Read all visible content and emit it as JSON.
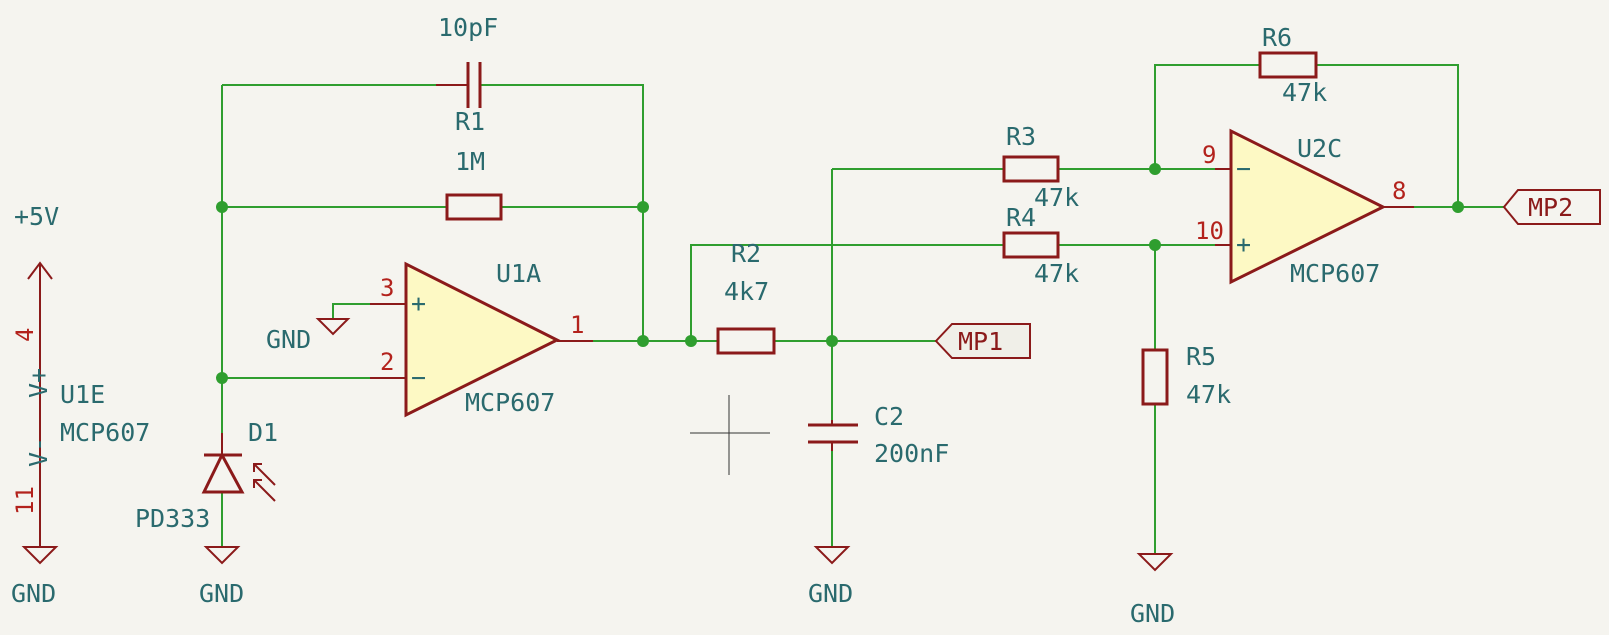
{
  "components": {
    "c1": {
      "value": "10pF"
    },
    "r1": {
      "ref": "R1",
      "value": "1M"
    },
    "r2": {
      "ref": "R2",
      "value": "4k7"
    },
    "r3": {
      "ref": "R3",
      "value": "47k"
    },
    "r4": {
      "ref": "R4",
      "value": "47k"
    },
    "r5": {
      "ref": "R5",
      "value": "47k"
    },
    "r6": {
      "ref": "R6",
      "value": "47k"
    },
    "c2": {
      "ref": "C2",
      "value": "200nF"
    },
    "d1": {
      "ref": "D1",
      "value": "PD333"
    },
    "u1a": {
      "ref": "U1A",
      "value": "MCP607",
      "pin_noninv": "3",
      "pin_inv": "2",
      "pin_out": "1"
    },
    "u2c": {
      "ref": "U2C",
      "value": "MCP607",
      "pin_inv": "9",
      "pin_noninv": "10",
      "pin_out": "8"
    },
    "u1e": {
      "ref": "U1E",
      "value": "MCP607",
      "pin_vplus": "4",
      "pin_vminus": "11",
      "vplus_label": "V+",
      "vminus_label": "V-"
    }
  },
  "power": {
    "vcc_label": "+5V",
    "gnd_label": "GND"
  },
  "net_labels": {
    "mp1": "MP1",
    "mp2": "MP2"
  },
  "op_symbols": {
    "plus": "+",
    "minus": "−"
  },
  "colors": {
    "wire": "#2f9e2f",
    "component": "#8b1a1a",
    "reference_text": "#2a6a6e",
    "pin_number": "#b3221c",
    "opamp_fill": "#fdf9c4",
    "background": "#f5f4ef"
  }
}
